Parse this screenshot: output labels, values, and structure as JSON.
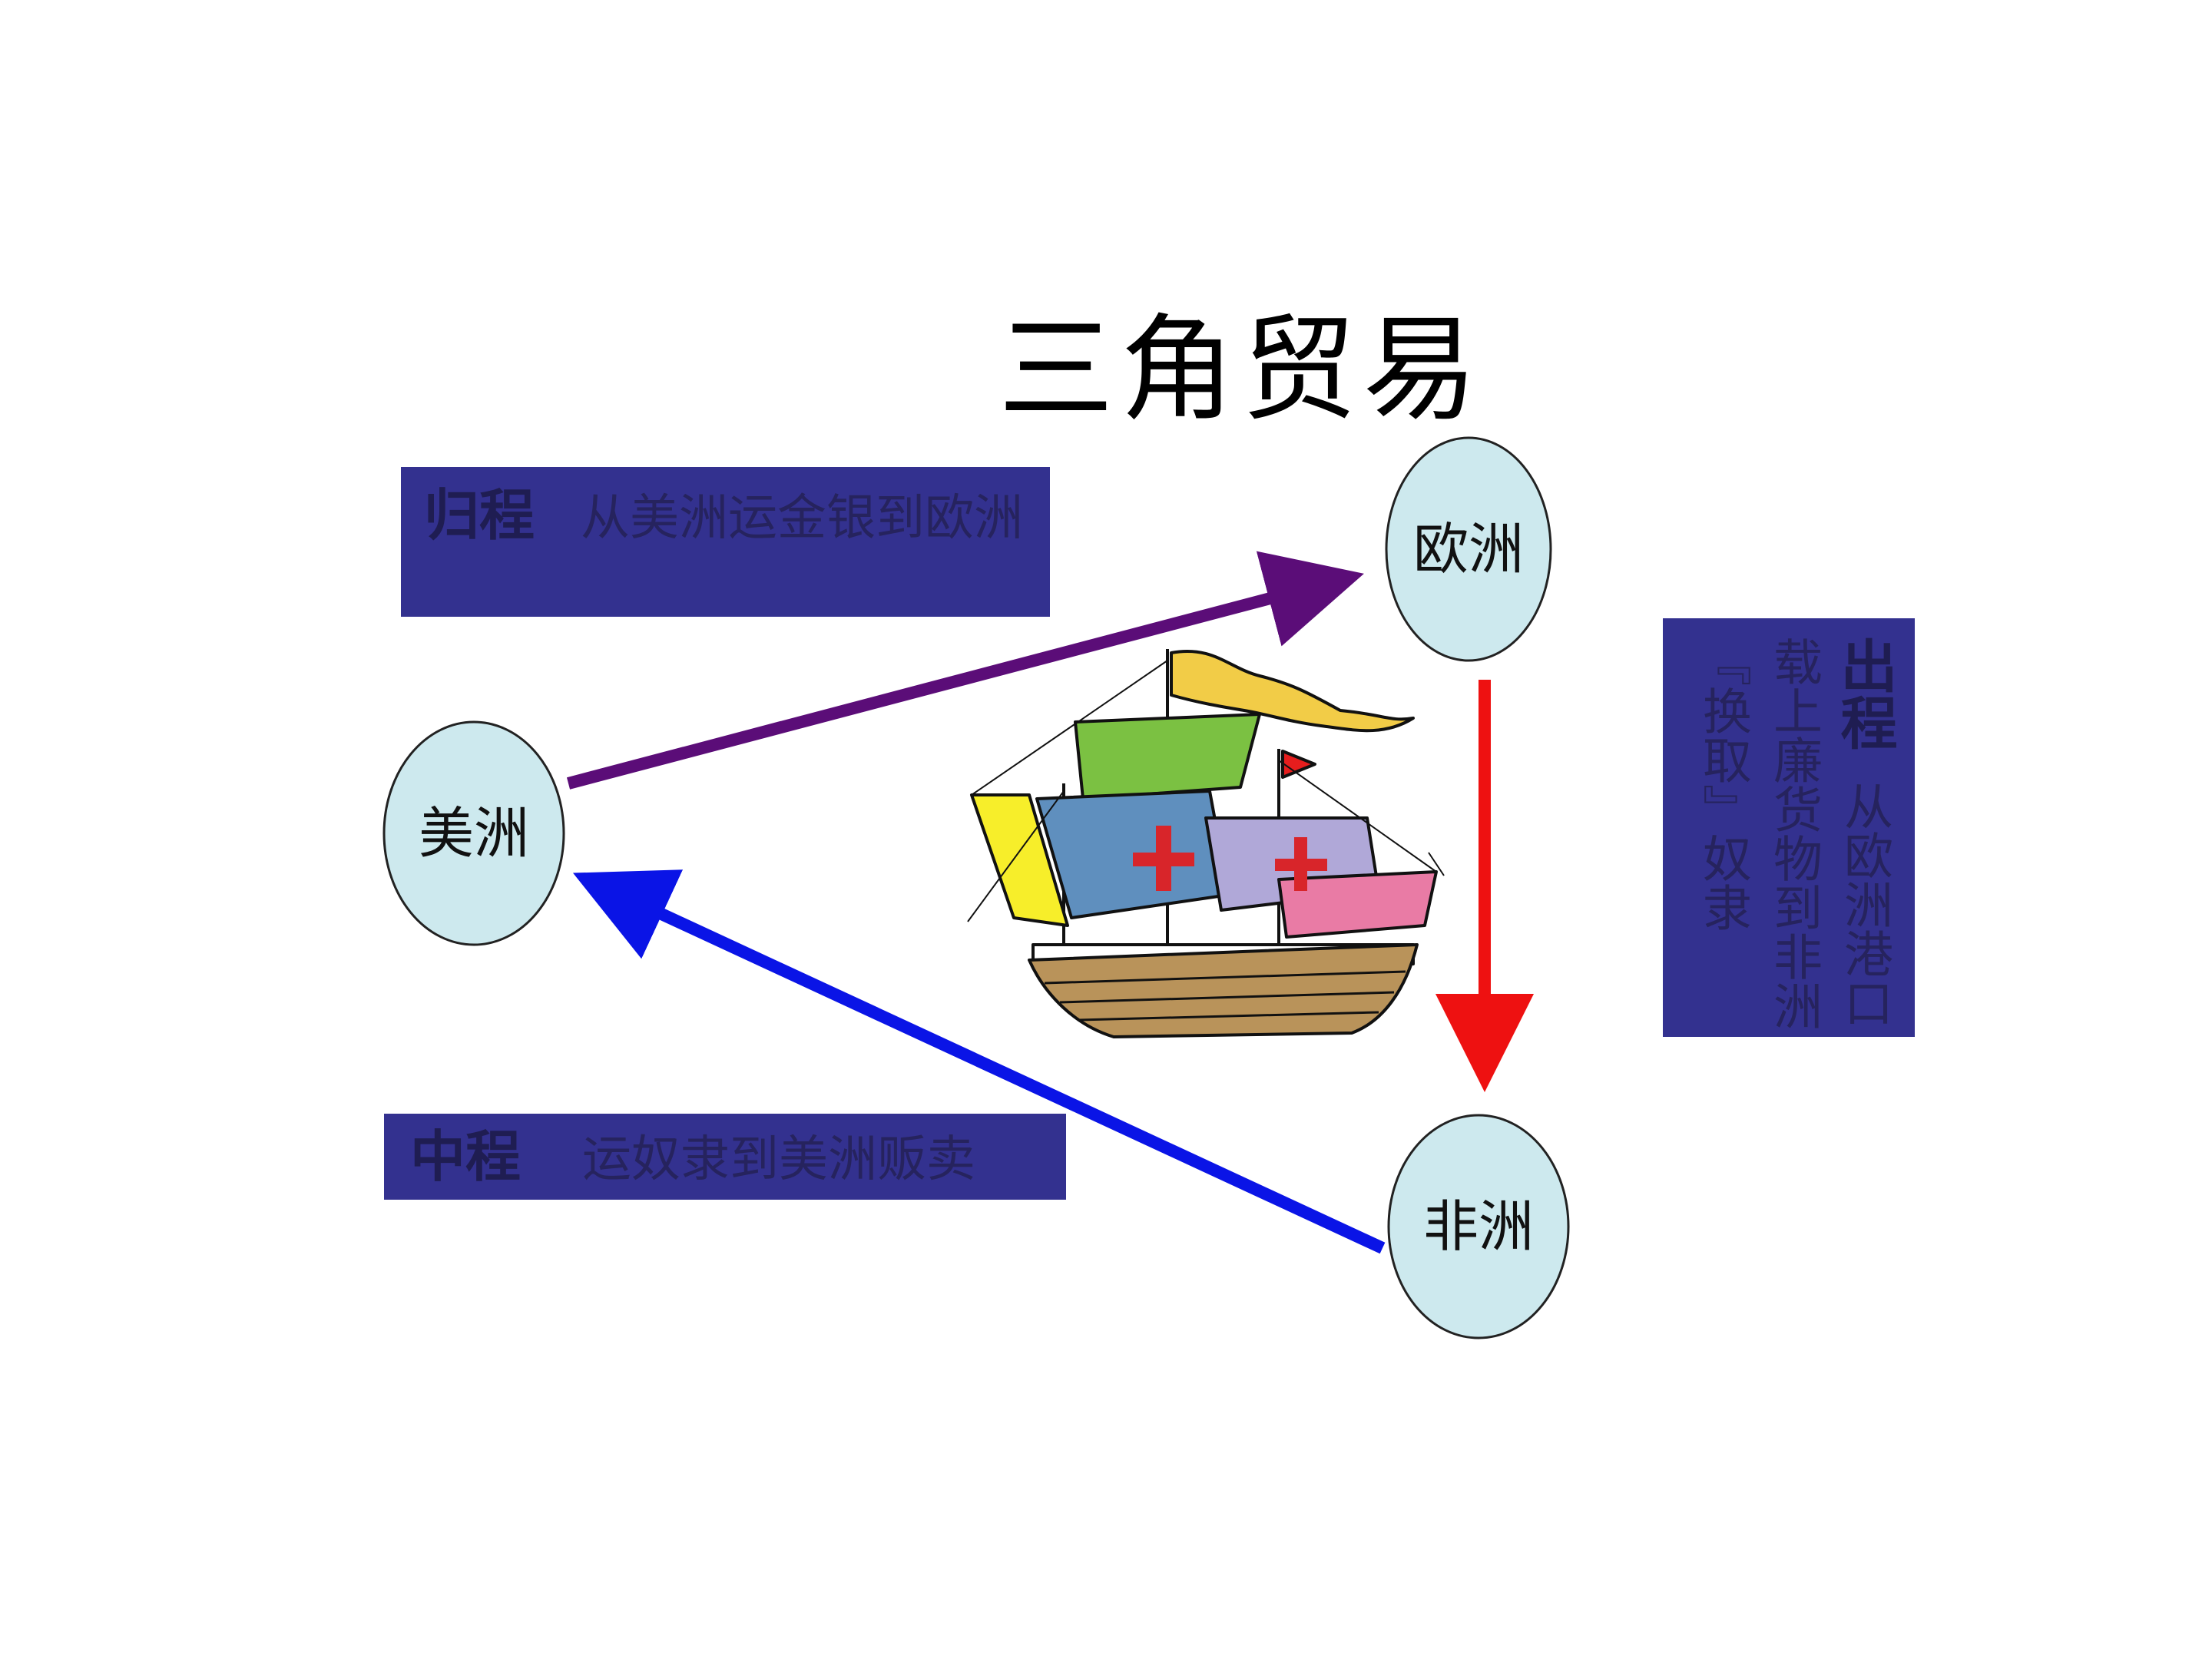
{
  "title": "三角贸易",
  "nodes": {
    "europe": "欧洲",
    "america": "美洲",
    "africa": "非洲"
  },
  "legs": {
    "return": {
      "heading": "归程",
      "text": "从美洲运金银到欧洲",
      "color": "#5b0d78"
    },
    "middle": {
      "heading": "中程",
      "text": "运奴隶到美洲贩卖",
      "color": "#0a14e6"
    },
    "outbound": {
      "heading": "出程",
      "text": "从欧洲港口载上廉货物到非洲『换取』奴隶",
      "color": "#ee1111"
    }
  },
  "colors": {
    "box_fill": "#33318f",
    "node_fill": "#cde9ee"
  },
  "icons": {
    "ship": "sailing-ship-icon"
  }
}
